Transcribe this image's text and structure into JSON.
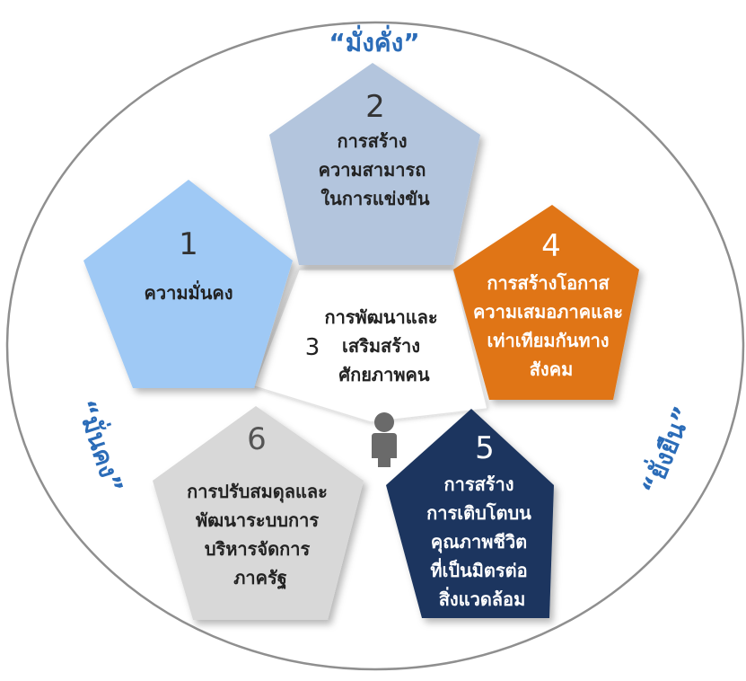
{
  "mottos": {
    "top": "“มั่งคั่ง”",
    "left": "“มั่นคง”",
    "right": "“ยั่งยืน”"
  },
  "center": {
    "number": "3",
    "lines": [
      "การพัฒนาและ",
      "เสริมสร้าง",
      "ศักยภาพคน"
    ]
  },
  "strategies": [
    {
      "number": "1",
      "lines": [
        "ความมั่นคง"
      ],
      "color": "#9fc9f5"
    },
    {
      "number": "2",
      "lines": [
        "การสร้าง",
        "ความสามารถ",
        "ในการแข่งขัน"
      ],
      "color": "#b3c5dd"
    },
    {
      "number": "4",
      "lines": [
        "การสร้างโอกาส",
        "ความเสมอภาคและ",
        "เท่าเทียมกันทาง",
        "สังคม"
      ],
      "color": "#e07413"
    },
    {
      "number": "5",
      "lines": [
        "การสร้าง",
        "การเติบโตบน",
        "คุณภาพชีวิต",
        "ที่เป็นมิตรต่อ",
        "สิ่งแวดล้อม"
      ],
      "color": "#1d365e"
    },
    {
      "number": "6",
      "lines": [
        "การปรับสมดุลและ",
        "พัฒนาระบบการ",
        "บริหารจัดการ",
        "ภาครัฐ"
      ],
      "color": "#d8d8d8"
    }
  ],
  "icons": {
    "person": "person-icon"
  }
}
